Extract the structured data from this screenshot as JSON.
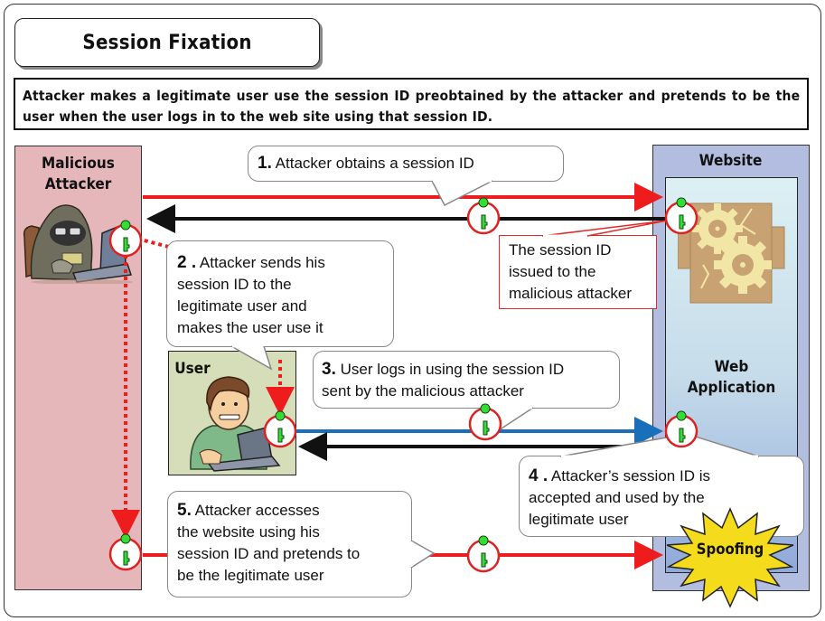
{
  "title": "Session Fixation",
  "description": "Attacker makes a legitimate user use the session ID preobtained by the attacker and pretends to be the user when the user logs in to the web site using that session ID.",
  "actors": {
    "attacker": {
      "label_line1": "Malicious",
      "label_line2": "Attacker",
      "color": "#e5b7bb"
    },
    "website": {
      "label": "Website",
      "color": "#b2bde0"
    },
    "web_application": {
      "label_line1": "Web",
      "label_line2": "Application"
    },
    "user": {
      "label": "User",
      "color": "#d5deb8"
    }
  },
  "steps": [
    {
      "num": "1.",
      "text": "Attacker obtains a session ID"
    },
    {
      "num": "2 .",
      "text_lines": [
        "Attacker sends his",
        "session ID to the",
        "legitimate user and",
        "makes the user use it"
      ]
    },
    {
      "num": "3.",
      "text_lines": [
        "User logs in using the session ID",
        "sent by the malicious attacker"
      ]
    },
    {
      "num": "4 .",
      "text_lines": [
        "Attacker’s session ID is",
        "accepted and used by the",
        "legitimate user"
      ]
    },
    {
      "num": "5.",
      "text_lines": [
        "Attacker accesses",
        "the website using his",
        "session ID and pretends to",
        "be the legitimate user"
      ]
    }
  ],
  "note": {
    "text_lines": [
      "The session ID",
      "issued to the",
      "malicious attacker"
    ]
  },
  "spoofing_label": "Spoofing",
  "colors": {
    "attack_arrow": "#ee1c1c",
    "response_arrow": "#111111",
    "login_arrow": "#1a6fba",
    "key": "#33dd33",
    "key_ring": "#dd2222"
  }
}
